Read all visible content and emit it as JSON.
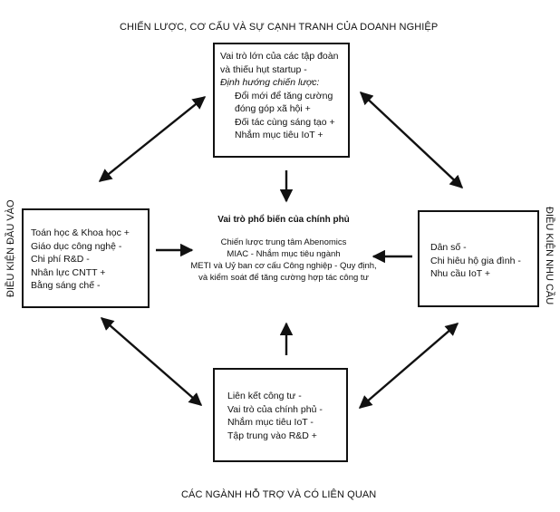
{
  "labels": {
    "top": "CHIẾN LƯỢC, CƠ CẤU VÀ SỰ CẠNH TRANH CỦA DOANH NGHIỆP",
    "bottom": "CÁC NGÀNH HỖ TRỢ VÀ CÓ LIÊN QUAN",
    "left": "ĐIỀU KIỆN ĐẦU VÀO",
    "right": "ĐIỀU KIỆN NHU CẦU"
  },
  "top_box": {
    "lines": [
      "Vai trò lớn của các tập đoàn",
      "và thiếu hụt startup -"
    ],
    "italic_line": "Định hướng chiến lược:",
    "indented_lines": [
      "Đổi mới để tăng cường",
      "đóng góp xã hội +",
      "Đối tác cùng sáng tạo +",
      "Nhắm mục tiêu IoT +"
    ]
  },
  "left_box": {
    "lines": [
      "Toán học & Khoa học +",
      "Giáo dục công nghệ -",
      "Chi phí R&D -",
      "Nhân lực CNTT +",
      "Bằng sáng chế -"
    ]
  },
  "right_box": {
    "lines": [
      "Dân số -",
      "Chi hiêu hộ gia đình -",
      "Nhu cầu IoT +"
    ]
  },
  "bottom_box": {
    "lines": [
      "Liên kết công tư -",
      "Vai trò của chính phủ -",
      "Nhắm mục tiêu IoT -",
      "Tập trung vào R&D +"
    ]
  },
  "center": {
    "title": "Vai trò phổ biến của chính phủ",
    "lines": [
      "Chiến lược trung tâm Abenomics",
      "MIAC - Nhắm mục tiêu ngành",
      "METI và Uỷ ban cơ cấu Công nghiệp - Quy định,",
      "và kiểm soát để tăng cường hợp tác công tư"
    ]
  }
}
